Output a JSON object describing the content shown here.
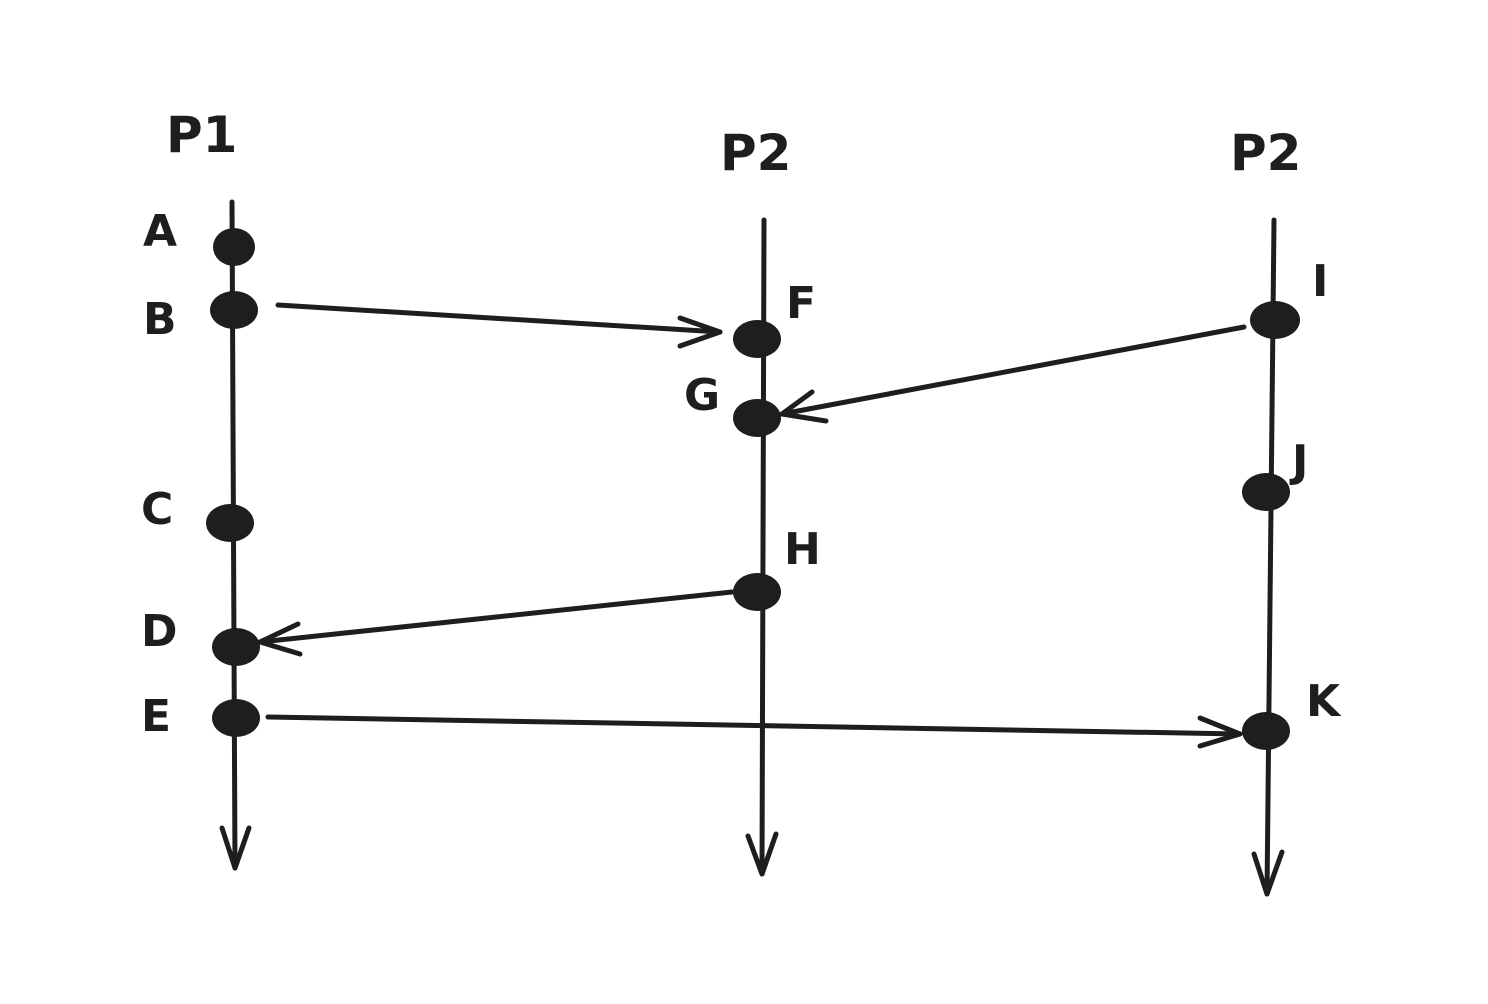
{
  "processes": [
    {
      "id": "p1",
      "label": "P1"
    },
    {
      "id": "p2a",
      "label": "P2"
    },
    {
      "id": "p2b",
      "label": "P2"
    }
  ],
  "events": [
    {
      "id": "A",
      "label": "A",
      "process": "p1"
    },
    {
      "id": "B",
      "label": "B",
      "process": "p1"
    },
    {
      "id": "C",
      "label": "C",
      "process": "p1"
    },
    {
      "id": "D",
      "label": "D",
      "process": "p1"
    },
    {
      "id": "E",
      "label": "E",
      "process": "p1"
    },
    {
      "id": "F",
      "label": "F",
      "process": "p2a"
    },
    {
      "id": "G",
      "label": "G",
      "process": "p2a"
    },
    {
      "id": "H",
      "label": "H",
      "process": "p2a"
    },
    {
      "id": "I",
      "label": "I",
      "process": "p2b"
    },
    {
      "id": "J",
      "label": "J",
      "process": "p2b"
    },
    {
      "id": "K",
      "label": "K",
      "process": "p2b"
    }
  ],
  "messages": [
    {
      "from": "B",
      "to": "F"
    },
    {
      "from": "I",
      "to": "G"
    },
    {
      "from": "H",
      "to": "D"
    },
    {
      "from": "E",
      "to": "K"
    }
  ]
}
